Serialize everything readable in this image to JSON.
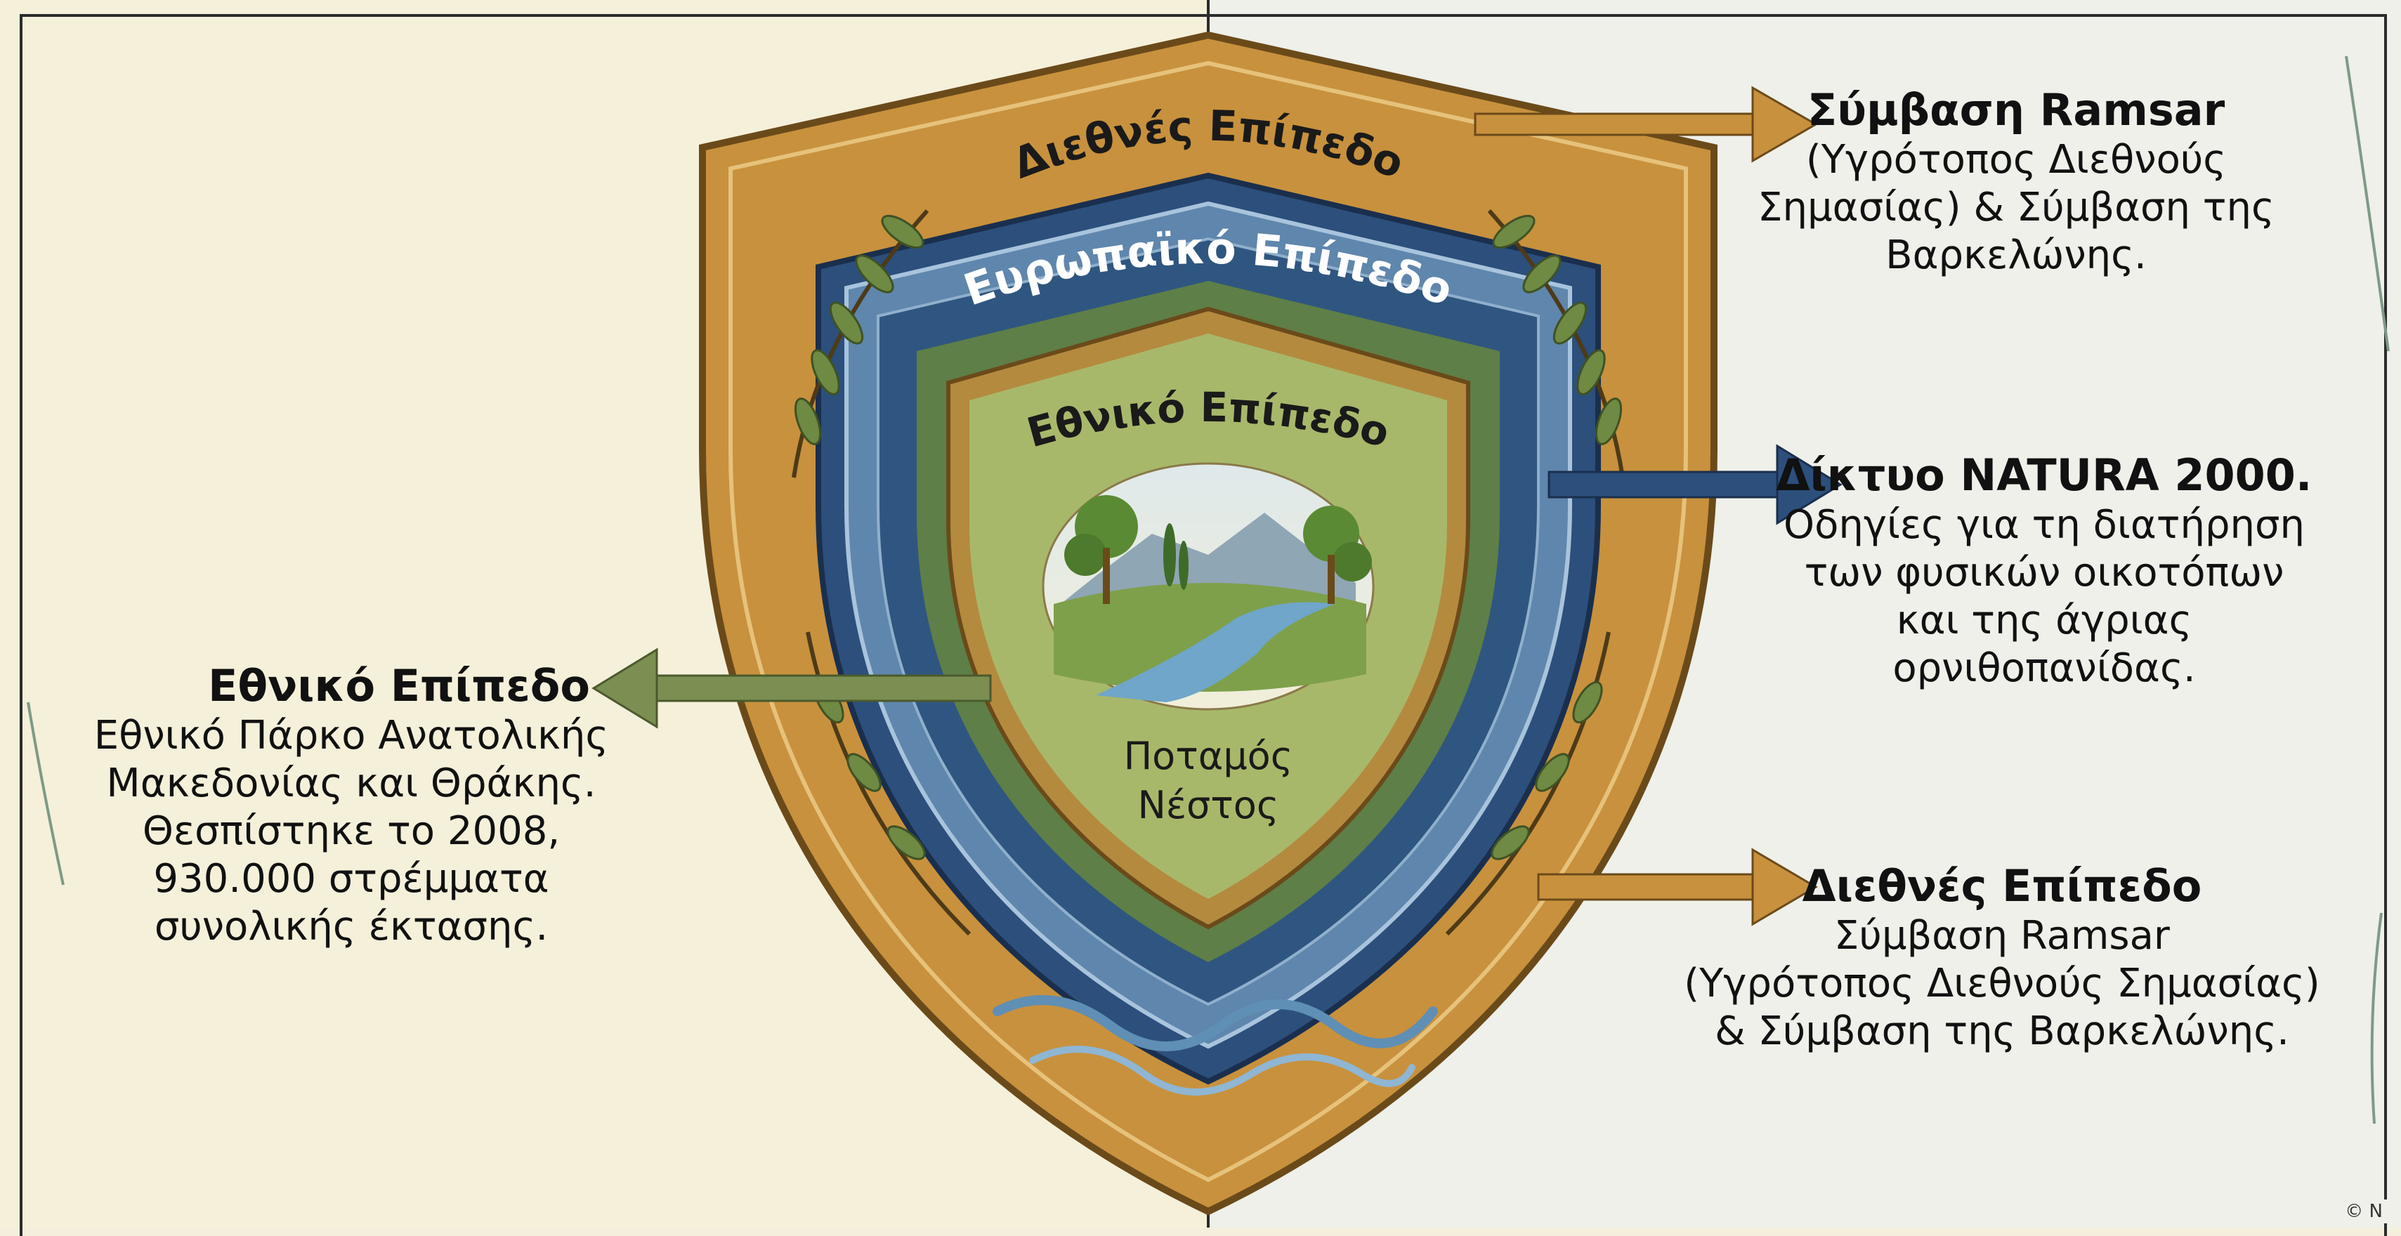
{
  "colors": {
    "gold": "#c8913d",
    "gold_light": "#e2b868",
    "blue_dark": "#2c4f7c",
    "blue_light": "#7aa2c6",
    "green": "#5e7f47",
    "green_light": "#a8b86a",
    "arrow_gold": "#c8913d",
    "arrow_blue": "#2c4f7c",
    "arrow_green": "#7c8f52"
  },
  "shield": {
    "outer_label": "Διεθνές Επίπεδο",
    "middle_label": "Ευρωπαϊκό Επίπεδο",
    "inner_label": "Εθνικό Επίπεδο",
    "center_label_line1": "Ποταμός",
    "center_label_line2": "Νέστος",
    "icons": [
      "laurel-branch-icon",
      "river-landscape-icon",
      "wave-icon"
    ]
  },
  "callouts": {
    "ramsar_top": {
      "lines": [
        "Σύμβαση Ramsar",
        "(Υγρότοπος Διεθνούς",
        "Σημασίας) & Σύμβαση της",
        "Βαρκελώνης."
      ]
    },
    "natura": {
      "title": "Δίκτυο NATURA 2000.",
      "lines": [
        "Οδηγίες για τη διατήρηση",
        "των φυσικών οικοτόπων",
        "και της άγριας",
        "ορνιθοπανίδας."
      ]
    },
    "national": {
      "title": "Εθνικό Επίπεδο",
      "lines": [
        "Εθνικό Πάρκο Ανατολικής",
        "Μακεδονίας και Θράκης.",
        "Θεσπίστηκε το 2008,",
        "930.000 στρέμματα",
        "συνολικής έκτασης."
      ]
    },
    "international": {
      "title": "Διεθνές Επίπεδο",
      "lines": [
        "Σύμβαση Ramsar",
        "(Υγρότοπος Διεθνούς Σημασίας)",
        "& Σύμβαση της Βαρκελώνης."
      ]
    }
  },
  "corner_text": "© N"
}
